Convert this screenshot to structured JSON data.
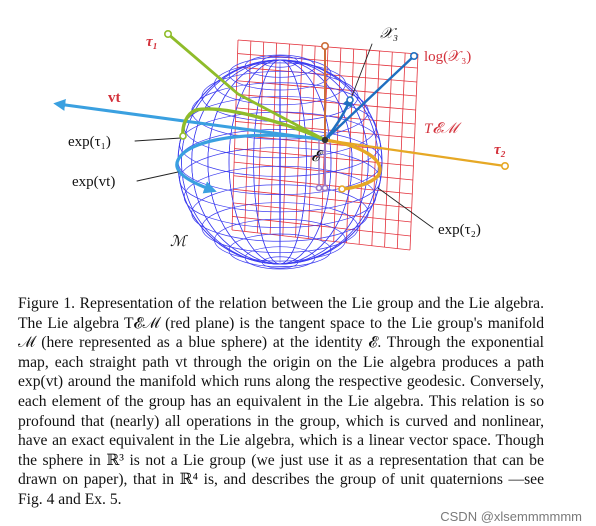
{
  "figure": {
    "labels": {
      "tau1": "τ₁",
      "X3": "𝒳₃",
      "log_X3": "log(𝒳₃)",
      "vt": "vt",
      "exp_tau1": "exp(τ₁)",
      "TEM": "T𝓔ℳ",
      "E": "𝓔",
      "tau2": "τ₂",
      "exp_vt": "exp(vt)",
      "M": "ℳ",
      "exp_tau2": "exp(τ₂)"
    },
    "colors": {
      "plane": "#e3323c",
      "sphere": "#3d3df0",
      "vt_path": "#3aa0e0",
      "tau1_path": "#8fbc2a",
      "tau2_path": "#e6a825",
      "X3_path": "#1f6fc0",
      "axis_path": "#cc6d39",
      "vertical_path": "#9a78c8"
    }
  },
  "caption": {
    "text": "Figure 1. Representation of the relation between the Lie group and the Lie algebra. The Lie algebra T𝓔ℳ (red plane) is the tangent space to the Lie group's manifold ℳ (here represented as a blue sphere) at the identity 𝓔. Through the exponential map, each straight path vt through the origin on the Lie algebra produces a path exp(vt) around the manifold which runs along the respective geodesic. Conversely, each element of the group has an equivalent in the Lie algebra. This relation is so profound that (nearly) all operations in the group, which is curved and nonlinear, have an exact equivalent in the Lie algebra, which is a linear vector space. Though the sphere in ℝ³ is not a Lie group (we just use it as a representation that can be drawn on paper), that in ℝ⁴ is, and describes the group of unit quaternions —see Fig. 4 and Ex. 5."
  },
  "watermark": "CSDN @xlsemmmmmm"
}
